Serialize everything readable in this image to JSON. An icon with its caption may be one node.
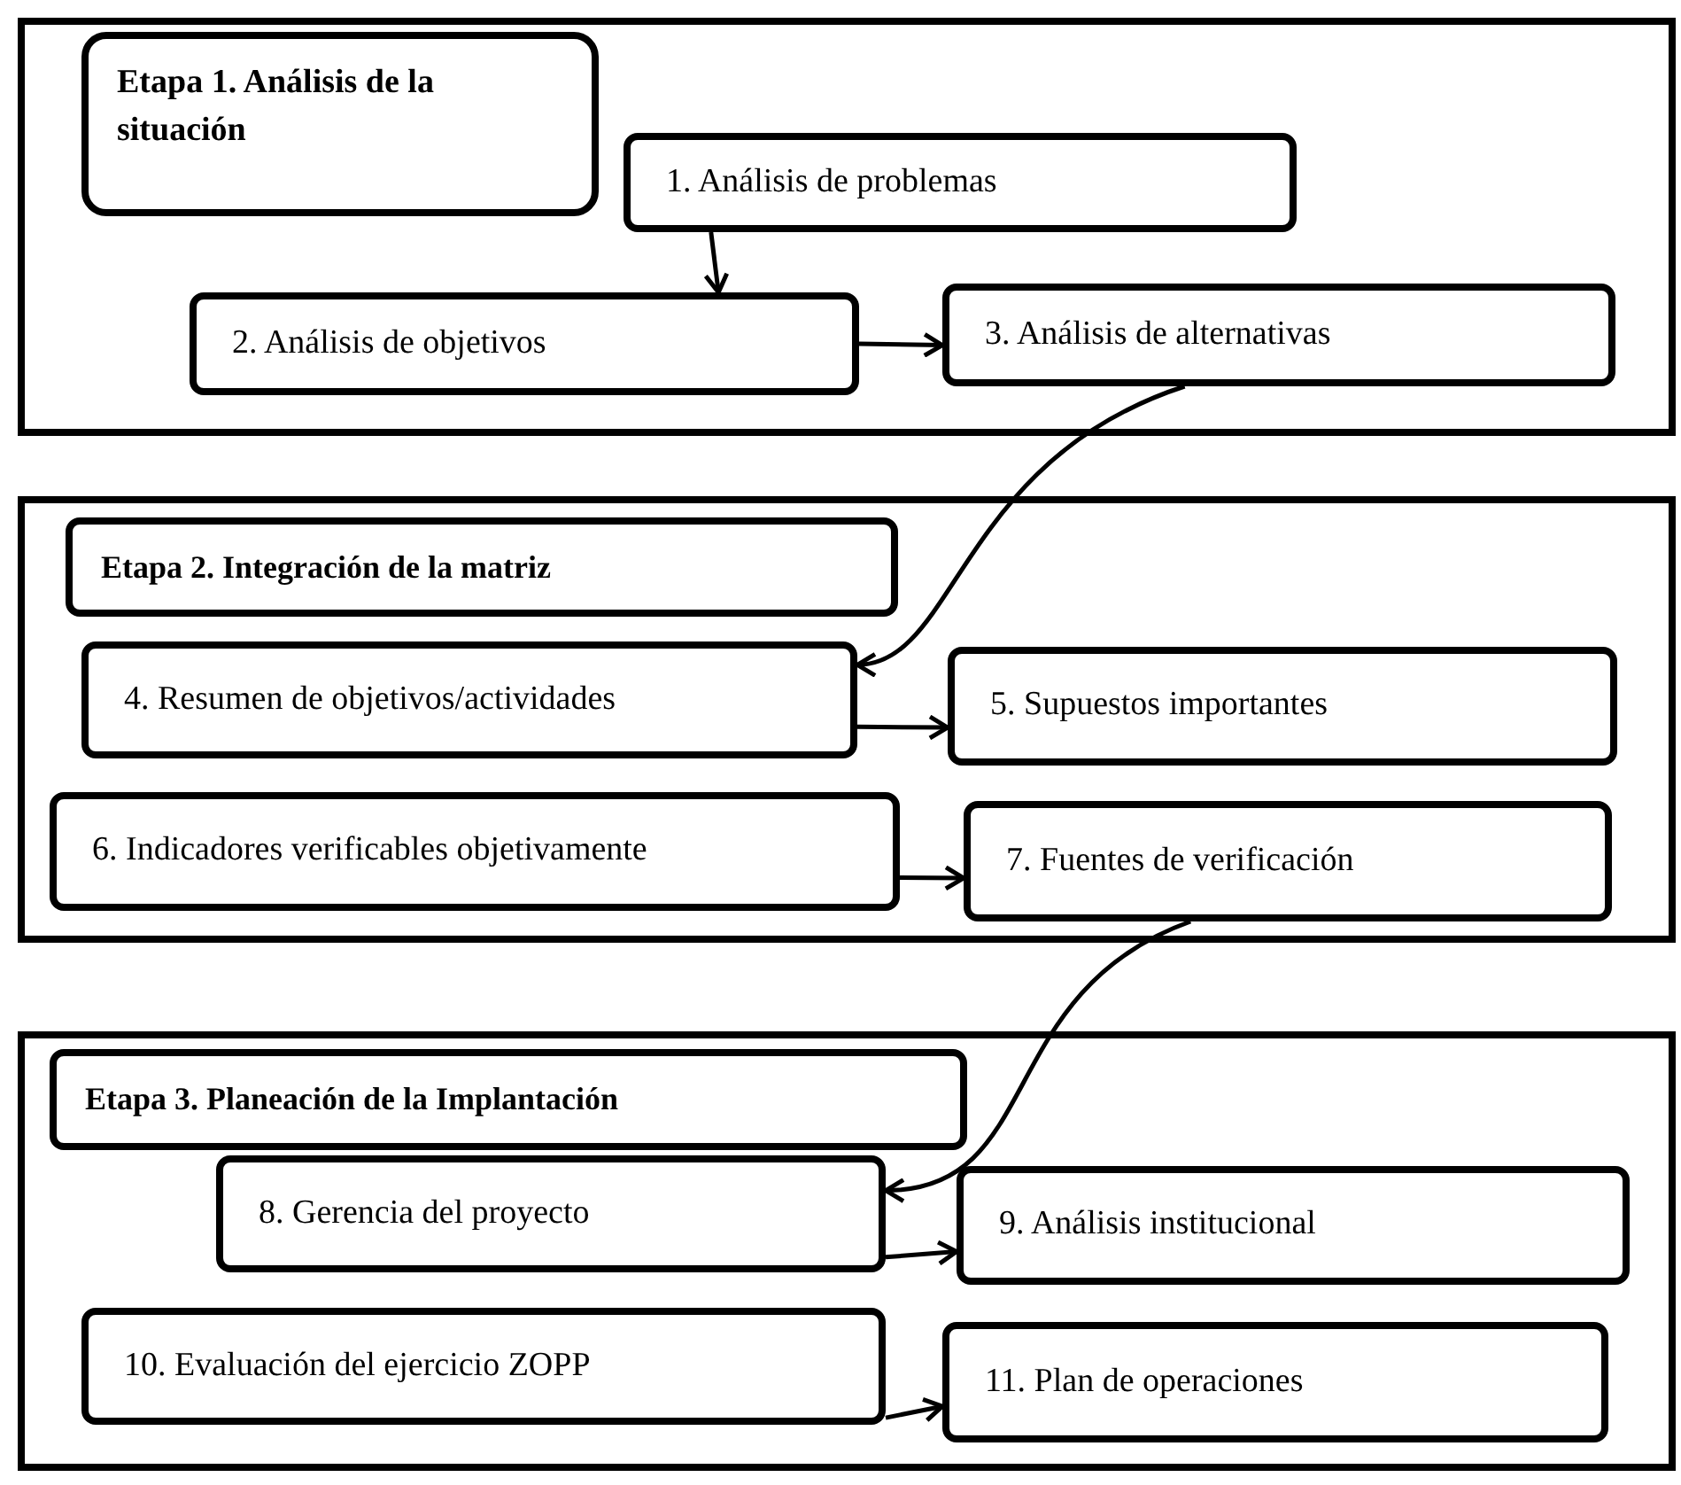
{
  "diagram": {
    "nodes": [
      {
        "text": [],
        "shape": "box"
      },
      {
        "text": [
          "Etapa 1. Análisis de la situación"
        ],
        "in": 0
      },
      {
        "text": [
          "1. Análisis de problemas"
        ],
        "in": 0
      },
      {
        "text": [
          "2. Análisis de objetivos"
        ],
        "in": 0
      },
      {
        "text": [
          "3. Análisis de alternativas"
        ],
        "in": 0
      },
      {
        "text": [],
        "shape": "box"
      },
      {
        "text": [
          "Etapa 2. Integración de la matriz"
        ],
        "in": 5
      },
      {
        "text": [
          "4. Resumen de objetivos/actividades"
        ],
        "in": 5
      },
      {
        "text": [
          "5. Supuestos importantes"
        ],
        "in": 5
      },
      {
        "text": [
          "6. Indicadores verificables objetivamente"
        ],
        "in": 5
      },
      {
        "text": [
          "7. Fuentes de verificación"
        ],
        "in": 5
      },
      {
        "text": [],
        "shape": "box"
      },
      {
        "text": [
          "Etapa 3. Planeación de la Implantación"
        ],
        "in": 11
      },
      {
        "text": [
          "8. Gerencia del proyecto"
        ],
        "in": 11
      },
      {
        "text": [
          "9. Análisis institucional"
        ],
        "in": 11
      },
      {
        "text": [
          "10. Evaluación del ejercicio ZOPP"
        ],
        "in": 11
      },
      {
        "text": [
          "11. Plan de operaciones"
        ],
        "in": 11
      }
    ],
    "edges": [
      {
        "from": 2,
        "to": 3,
        "arrow": "to"
      },
      {
        "from": 3,
        "to": 4,
        "arrow": "to"
      },
      {
        "from": 4,
        "to": 7,
        "arrow": "to"
      },
      {
        "from": 7,
        "to": 8,
        "arrow": "to"
      },
      {
        "from": 9,
        "to": 10,
        "arrow": "to"
      },
      {
        "from": 10,
        "to": 13,
        "arrow": "to"
      },
      {
        "from": 13,
        "to": 14,
        "arrow": "to"
      },
      {
        "from": 15,
        "to": 16,
        "arrow": "to"
      }
    ]
  }
}
